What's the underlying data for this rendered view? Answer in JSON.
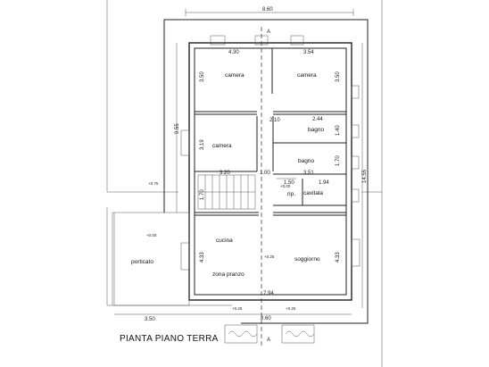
{
  "title": "PIANTA PIANO TERRA",
  "rooms": {
    "camera_nw": "camera",
    "camera_ne": "camera",
    "camera_w": "camera",
    "bagno_1": "bagno",
    "bagno_2": "bagno",
    "rip": "rip.",
    "cavitala": "cavitala",
    "cucina": "cucina",
    "zona_pranzo": "zona pranzo",
    "soggiorno": "soggiorno",
    "porticato": "porticato"
  },
  "dimensions": {
    "top_total": "8.60",
    "bottom_total": "8.60",
    "left_total": "9.55",
    "right_total": "14.55",
    "camera_nw_w": "4.30",
    "camera_ne_w": "3.54",
    "camera_nw_h": "3.50",
    "camera_ne_h": "3.50",
    "corridor": "2.10",
    "bagno_w": "2.44",
    "bagno_h1": "1.40",
    "camera_w_h": "3.19",
    "bagno_h2": "1.70",
    "camera_w_w": "3.20",
    "hall": "1.00",
    "bagno2_w": "3.51",
    "rip_w": "1.50",
    "cav_w": "1.94",
    "stair_h": "1.70",
    "cucina_h": "4.33",
    "soggiorno_h": "4.33",
    "ground_w": "7.94",
    "porticato_w": "3.50"
  },
  "levels": {
    "l1": "+0.75",
    "l2": "+0.00",
    "l3": "+0.25",
    "l4": "+0.25",
    "l5": "+0.25",
    "l6": "+0.00"
  }
}
